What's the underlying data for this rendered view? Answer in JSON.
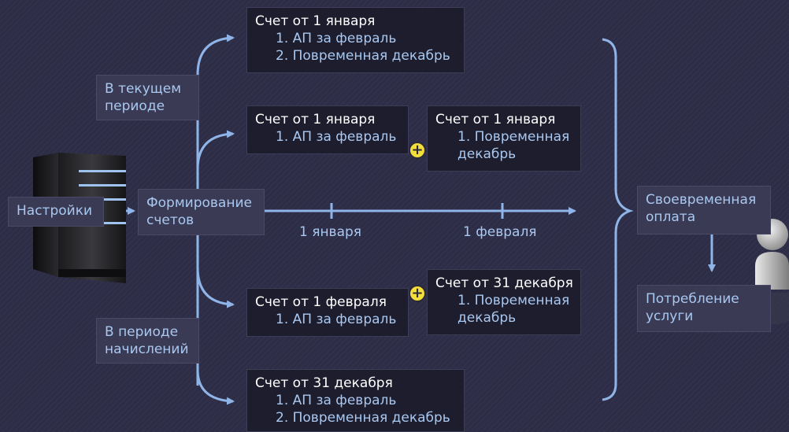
{
  "settings": "Настройки",
  "forming": "Формирование счетов",
  "period_current": "В текущем периоде",
  "period_accrual": "В периоде начислений",
  "timely_payment": "Своевременная оплата",
  "consumption": "Потребление услуги",
  "timeline": {
    "tick1": "1 января",
    "tick2": "1 февраля"
  },
  "invoices": {
    "b1": {
      "title": "Счет от 1 января",
      "items": [
        "1. АП за февраль",
        "2. Повременная декабрь"
      ]
    },
    "b2": {
      "title": "Счет от 1 января",
      "items": [
        "1. АП за февраль"
      ]
    },
    "b3": {
      "title": "Счет от 1 января",
      "items": [
        "1. Повременная декабрь"
      ]
    },
    "b4": {
      "title": "Счет от 1 февраля",
      "items": [
        "1. АП за февраль"
      ]
    },
    "b5": {
      "title": "Счет от 31 декабря",
      "items": [
        "1. Повременная декабрь"
      ]
    },
    "b6": {
      "title": "Счет от 31 декабря",
      "items": [
        "1. АП за февраль",
        "2. Повременная декабрь"
      ]
    }
  },
  "plus_sign": "+",
  "colors": {
    "accent": "#a9c8f0",
    "connector": "#8fb4e8",
    "plus": "#f3de3a"
  }
}
